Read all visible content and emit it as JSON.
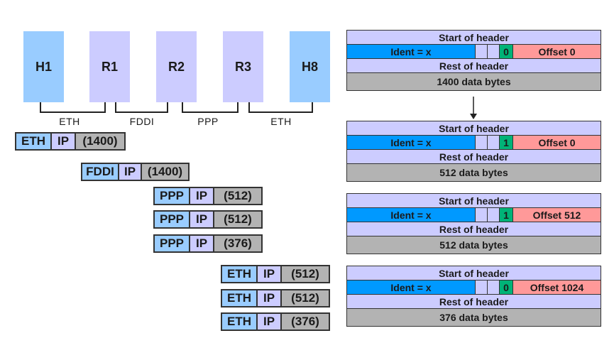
{
  "nodes": [
    {
      "label": "H1",
      "kind": "host"
    },
    {
      "label": "R1",
      "kind": "router"
    },
    {
      "label": "R2",
      "kind": "router"
    },
    {
      "label": "R3",
      "kind": "router"
    },
    {
      "label": "H8",
      "kind": "host"
    }
  ],
  "links": [
    "ETH",
    "FDDI",
    "PPP",
    "ETH"
  ],
  "frames": [
    {
      "l2": "ETH",
      "ip": "IP",
      "data": "(1400)"
    },
    {
      "l2": "FDDI",
      "ip": "IP",
      "data": "(1400)"
    },
    {
      "l2": "PPP",
      "ip": "IP",
      "data": "(512)"
    },
    {
      "l2": "PPP",
      "ip": "IP",
      "data": "(512)"
    },
    {
      "l2": "PPP",
      "ip": "IP",
      "data": "(376)"
    },
    {
      "l2": "ETH",
      "ip": "IP",
      "data": "(512)"
    },
    {
      "l2": "ETH",
      "ip": "IP",
      "data": "(512)"
    },
    {
      "l2": "ETH",
      "ip": "IP",
      "data": "(376)"
    }
  ],
  "packets": [
    {
      "start": "Start of header",
      "ident": "Ident = x",
      "flag": "0",
      "offset": "Offset 0",
      "rest": "Rest of header",
      "data": "1400 data bytes"
    },
    {
      "start": "Start of header",
      "ident": "Ident = x",
      "flag": "1",
      "offset": "Offset 0",
      "rest": "Rest of header",
      "data": "512 data bytes"
    },
    {
      "start": "Start of header",
      "ident": "Ident = x",
      "flag": "1",
      "offset": "Offset 512",
      "rest": "Rest of header",
      "data": "512 data bytes"
    },
    {
      "start": "Start of header",
      "ident": "Ident = x",
      "flag": "0",
      "offset": "Offset 1024",
      "rest": "Rest of header",
      "data": "376 data bytes"
    }
  ],
  "colors": {
    "host": "#99ccff",
    "router": "#ccccff",
    "ident": "#0099ff",
    "flag": "#00b377",
    "offset": "#ff9999",
    "data": "#b3b3b3"
  }
}
